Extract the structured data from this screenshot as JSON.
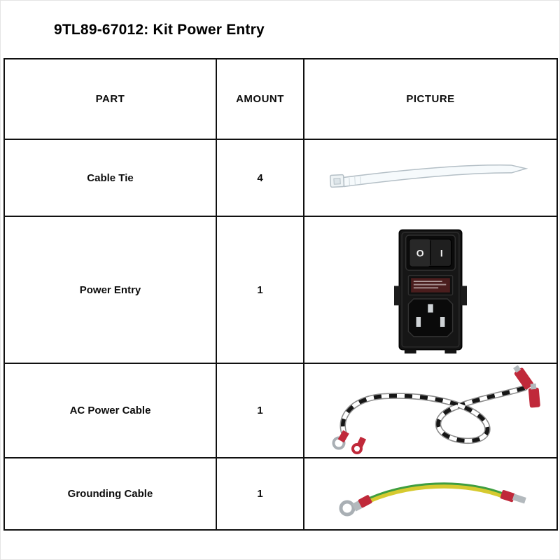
{
  "page": {
    "title": "9TL89-67012: Kit Power Entry"
  },
  "table": {
    "headers": {
      "part": "PART",
      "amount": "AMOUNT",
      "picture": "PICTURE"
    },
    "rows": [
      {
        "part": "Cable Tie",
        "amount": "4",
        "picture": "cable-tie"
      },
      {
        "part": "Power Entry",
        "amount": "1",
        "picture": "power-entry"
      },
      {
        "part": "AC Power Cable",
        "amount": "1",
        "picture": "ac-power-cable"
      },
      {
        "part": "Grounding Cable",
        "amount": "1",
        "picture": "grounding-cable"
      }
    ]
  },
  "power_entry_switch": {
    "off": "O",
    "on": "I"
  },
  "colors": {
    "table_border": "#111111",
    "connector_red": "#c0293a",
    "wire_yellow": "#d6ca2f",
    "wire_green": "#3f9e3f",
    "cable_tie_white": "#f6fafc",
    "module_black": "#161616"
  }
}
